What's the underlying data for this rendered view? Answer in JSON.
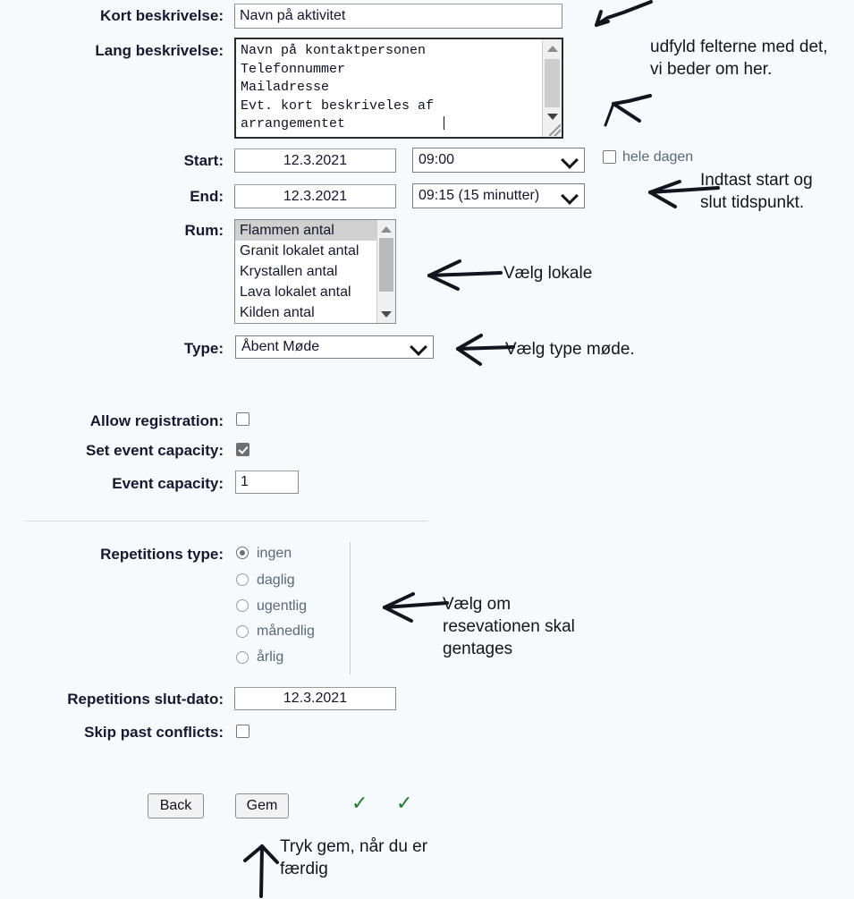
{
  "form": {
    "fields": {
      "short_description": {
        "label": "Kort beskrivelse:",
        "value": "Navn på aktivitet"
      },
      "long_description": {
        "label": "Lang beskrivelse:",
        "value": "Navn på kontaktpersonen\nTelefonnummer\nMailadresse\nEvt. kort beskriveles af\narrangementet"
      },
      "start": {
        "label": "Start:",
        "date": "12.3.2021",
        "time": "09:00"
      },
      "end": {
        "label": "End:",
        "date": "12.3.2021",
        "time": "09:15  (15 minutter)"
      },
      "all_day": {
        "label": "hele dagen",
        "checked": false
      },
      "room": {
        "label": "Rum:",
        "options": [
          "Flammen antal",
          "Granit lokalet antal",
          "Krystallen antal",
          "Lava lokalet antal",
          "Kilden antal"
        ],
        "selected": "Flammen antal"
      },
      "type": {
        "label": "Type:",
        "value": "Åbent Møde"
      },
      "allow_registration": {
        "label": "Allow registration:",
        "checked": false
      },
      "set_event_capacity": {
        "label": "Set event capacity:",
        "checked": true
      },
      "event_capacity": {
        "label": "Event capacity:",
        "value": "1"
      },
      "repetitions_type": {
        "label": "Repetitions type:",
        "options": [
          "ingen",
          "daglig",
          "ugentlig",
          "månedlig",
          "årlig"
        ],
        "selected": "ingen"
      },
      "repetitions_end_date": {
        "label": "Repetitions slut-dato:",
        "value": "12.3.2021"
      },
      "skip_past_conflicts": {
        "label": "Skip past conflicts:",
        "checked": false
      }
    },
    "buttons": {
      "back": "Back",
      "save": "Gem"
    },
    "status_marks": [
      "✓",
      "✓"
    ]
  },
  "annotations": [
    {
      "id": "fill-fields",
      "text": "udfyld felterne med det,\nvi beder om her."
    },
    {
      "id": "enter-times",
      "text": "Indtast start og\nslut tidspunkt."
    },
    {
      "id": "choose-room",
      "text": "Vælg lokale"
    },
    {
      "id": "choose-type",
      "text": "Vælg type møde."
    },
    {
      "id": "choose-repeat",
      "text": "Vælg om\nresevationen skal\ngentages"
    },
    {
      "id": "press-save",
      "text": "Tryk gem, når du er\nfærdig"
    }
  ],
  "colors": {
    "page_background": "#f7fafc",
    "label_text": "#17172f",
    "muted_label_text": "#5a6878",
    "annotation_ink": "#14141f",
    "check_green": "#1d7a2e",
    "selected_option": "#d0d0d0"
  }
}
